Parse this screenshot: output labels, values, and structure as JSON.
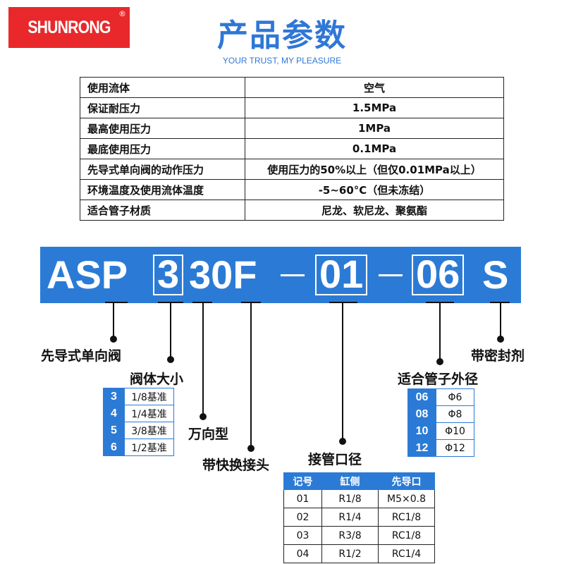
{
  "brand": {
    "name": "SHUNRONG",
    "reg": "®"
  },
  "title": "产品参数",
  "slogan": "YOUR TRUST, MY PLEASURE",
  "params": [
    {
      "k": "使用流体",
      "v": "空气"
    },
    {
      "k": "保证耐压力",
      "v": "1.5MPa"
    },
    {
      "k": "最高使用压力",
      "v": "1MPa"
    },
    {
      "k": "最底使用压力",
      "v": "0.1MPa"
    },
    {
      "k": "先导式单向阀的动作压力",
      "v": "使用压力的50%以上（但仅0.01MPa以上）"
    },
    {
      "k": "环境温度及使用流体温度",
      "v": "-5~60°C（但未冻结）"
    },
    {
      "k": "适合管子材质",
      "v": "尼龙、软尼龙、聚氨酯"
    }
  ],
  "code": {
    "p1": "ASP",
    "p2": "3",
    "p3": "30F",
    "p4": "01",
    "p5": "06",
    "p6": "S"
  },
  "labels": {
    "pilot": "先导式单向阀",
    "body": "阀体大小",
    "wan": "万向型",
    "fitting": "带快换接头",
    "port": "接管口径",
    "tube": "适合管子外径",
    "seal": "带密封剂"
  },
  "sizes": [
    {
      "n": "3",
      "t": "1/8基准"
    },
    {
      "n": "4",
      "t": "1/4基准"
    },
    {
      "n": "5",
      "t": "3/8基准"
    },
    {
      "n": "6",
      "t": "1/2基准"
    }
  ],
  "tubes": [
    {
      "n": "06",
      "t": "Φ6"
    },
    {
      "n": "08",
      "t": "Φ8"
    },
    {
      "n": "10",
      "t": "Φ10"
    },
    {
      "n": "12",
      "t": "Φ12"
    }
  ],
  "pipe": {
    "headers": [
      "记号",
      "缸侧",
      "先导口"
    ],
    "rows": [
      [
        "01",
        "R1/8",
        "M5×0.8"
      ],
      [
        "02",
        "R1/4",
        "RC1/8"
      ],
      [
        "03",
        "R3/8",
        "RC1/8"
      ],
      [
        "04",
        "R1/2",
        "RC1/4"
      ]
    ]
  },
  "colors": {
    "brand_red": "#e8282b",
    "accent_blue": "#2b7bd6",
    "title_blue": "#2f77d6"
  }
}
